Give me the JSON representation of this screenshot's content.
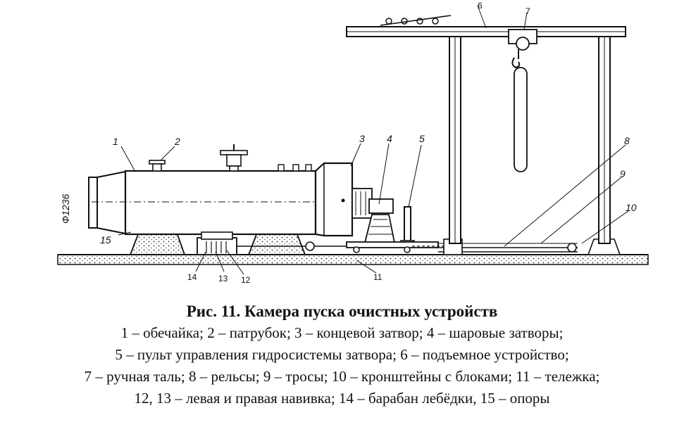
{
  "diagram": {
    "dimension_label": "Ф1236",
    "labels": [
      {
        "id": "1",
        "text": "1"
      },
      {
        "id": "2",
        "text": "2"
      },
      {
        "id": "3",
        "text": "3"
      },
      {
        "id": "4",
        "text": "4"
      },
      {
        "id": "5",
        "text": "5"
      },
      {
        "id": "6",
        "text": "6"
      },
      {
        "id": "7",
        "text": "7"
      },
      {
        "id": "8",
        "text": "8"
      },
      {
        "id": "9",
        "text": "9"
      },
      {
        "id": "10",
        "text": "10"
      },
      {
        "id": "11",
        "text": "11"
      },
      {
        "id": "12",
        "text": "12"
      },
      {
        "id": "13",
        "text": "13"
      },
      {
        "id": "14",
        "text": "14"
      },
      {
        "id": "15",
        "text": "15"
      }
    ]
  },
  "caption": {
    "title": "Рис. 11. Камера пуска очистных устройств",
    "lines": [
      "1 – обечайка; 2 – патрубок; 3 – концевой затвор; 4 – шаровые затворы;",
      "5 – пульт управления гидросистемы затвора; 6 – подъемное устройство;",
      "7 – ручная таль; 8 – рельсы; 9 – тросы; 10 – кронштейны с блоками; 11 – тележка;",
      "12, 13 – левая и правая навивка; 14 – барабан лебёдки, 15 – опоры"
    ]
  }
}
